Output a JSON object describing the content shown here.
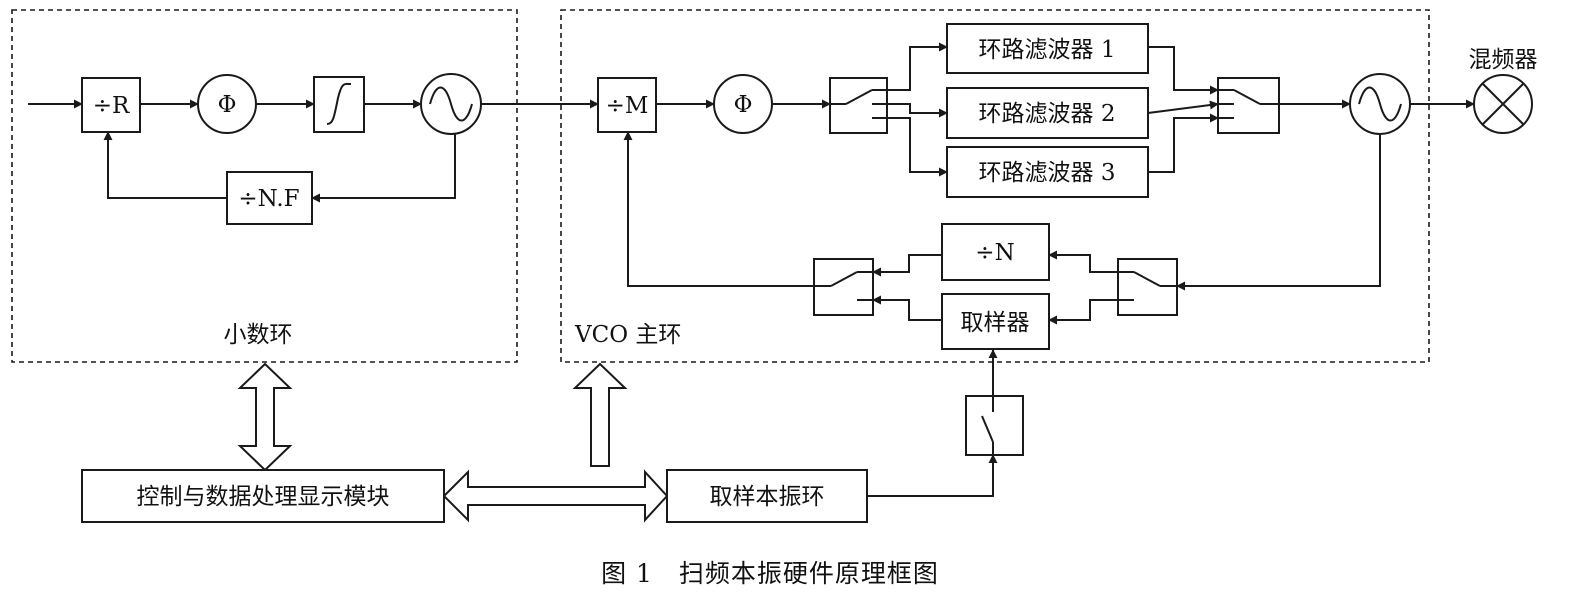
{
  "fractional_loop": {
    "label": "小数环",
    "div_r": "÷R",
    "phase_detector": "Φ",
    "div_nf": "÷N.F"
  },
  "main_loop": {
    "label": "VCO 主环",
    "div_m": "÷M",
    "phase_detector": "Φ",
    "filters": [
      "环路滤波器 1",
      "环路滤波器 2",
      "环路滤波器 3"
    ],
    "div_n": "÷N",
    "sampler": "取样器"
  },
  "mixer": "混频器",
  "control_module": "控制与数据处理显示模块",
  "sampling_lo_loop": "取样本振环",
  "caption": "图 1　扫频本振硬件原理框图"
}
